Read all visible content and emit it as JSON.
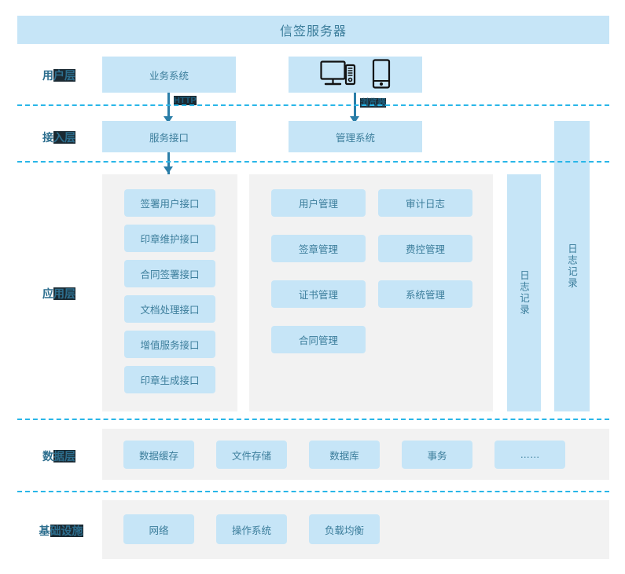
{
  "title": "信签服务器",
  "layers": [
    {
      "id": "user",
      "label_plain": "用户层",
      "label_head": "用",
      "label_hl": "户层"
    },
    {
      "id": "access",
      "label_plain": "接入层",
      "label_head": "接",
      "label_hl": "入层"
    },
    {
      "id": "app",
      "label_plain": "应用层",
      "label_head": "应",
      "label_hl": "用层"
    },
    {
      "id": "data",
      "label_plain": "数据层",
      "label_head": "数",
      "label_hl": "据层"
    },
    {
      "id": "infra",
      "label_plain": "基础设施",
      "label_head": "基",
      "label_hl": "础设施"
    }
  ],
  "user_layer": {
    "business_system": "业务系统",
    "client_devices_icons": [
      "desktop-computer-icon",
      "mobile-phone-icon"
    ]
  },
  "access_layer": {
    "service_interface": "服务接口",
    "management_system": "管理系统"
  },
  "connectors": [
    {
      "from": "业务系统",
      "to": "服务接口",
      "label": "HTTP"
    },
    {
      "from": "客户端设备",
      "to": "管理系统",
      "label": "浏览器"
    },
    {
      "from": "服务接口",
      "to": "应用层",
      "label": ""
    }
  ],
  "app_layer": {
    "interfaces_panel": [
      "签署用户接口",
      "印章维护接口",
      "合同签署接口",
      "文档处理接口",
      "增值服务接口",
      "印章生成接口"
    ],
    "management_panel_left": [
      "用户管理",
      "签章管理",
      "证书管理",
      "合同管理"
    ],
    "management_panel_right": [
      "审计日志",
      "费控管理",
      "系统管理"
    ],
    "log_bars": [
      "日志记录",
      "日志记录"
    ]
  },
  "data_layer": {
    "items": [
      "数据缓存",
      "文件存储",
      "数据库",
      "事务",
      "……"
    ]
  },
  "infra_layer": {
    "items": [
      "网络",
      "操作系统",
      "负载均衡"
    ]
  },
  "colors": {
    "node_blue": "#c6e5f7",
    "panel_gray": "#f2f2f2",
    "text_blue": "#3b7d9b",
    "divider_cyan": "#29b6e8",
    "arrow_blue": "#2b7ea8",
    "label_dark": "#2d6e8e"
  }
}
